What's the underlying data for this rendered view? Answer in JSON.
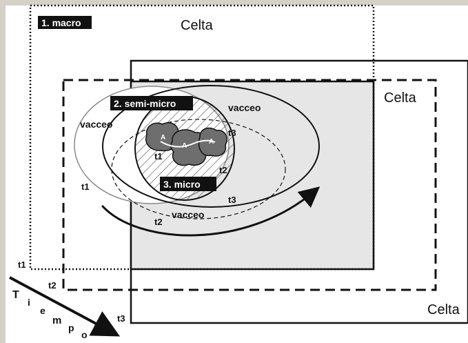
{
  "labels": {
    "macro": "1. macro",
    "semi_micro": "2. semi-micro",
    "micro": "3. micro"
  },
  "celta": [
    "Celta",
    "Celta",
    "Celta"
  ],
  "vacceo": [
    "vacceo",
    "vacceo",
    "vacceo"
  ],
  "times": {
    "t1_outer": "t1",
    "t2_outer": "t2",
    "t3_outer": "t3",
    "t1_ellipse": "t1",
    "t2_ellipse": "t2",
    "t3_ellipse": "t3",
    "t1_inner": "t1",
    "t2_inner": "t2",
    "t3_inner": "t3"
  },
  "tiempo": [
    "T",
    "i",
    "e",
    "m",
    "p",
    "o"
  ],
  "site_marks": [
    "A",
    "A",
    "A"
  ],
  "colors": {
    "background": "#d6d1c6",
    "grey_fill": "#e6e6e6",
    "dark_shape": "#6e6e6e",
    "label_box": "#111111"
  }
}
